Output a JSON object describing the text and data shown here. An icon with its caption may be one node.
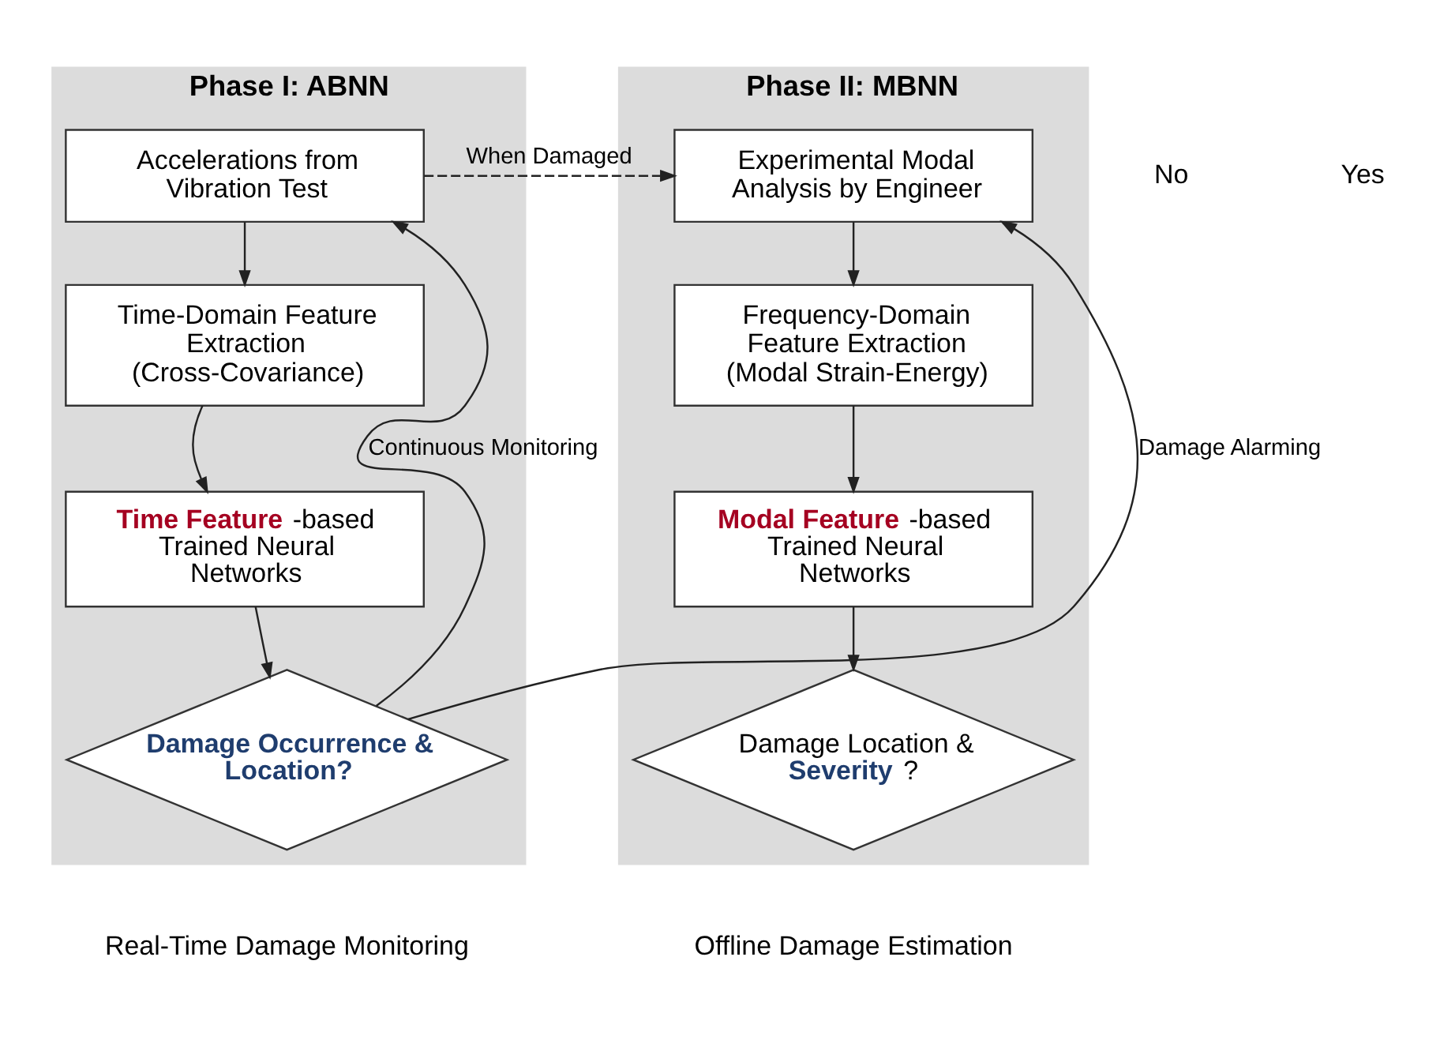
{
  "diagram": {
    "nodes": [
      {
        "text": [
          "Phase I: ABNN"
        ],
        "beside": [
          "Real-Time Damage Monitoring"
        ]
      },
      {
        "text": [
          "Accelerations from Vibration Test"
        ],
        "in": 0
      },
      {
        "text": [
          "Time-Domain Feature Extraction (Cross-Covariance)"
        ],
        "in": 0
      },
      {
        "text": [
          "**Time Feature** -based Trained Neural Networks"
        ],
        "in": 0
      },
      {
        "text": [
          "Damage Occurrence & Location?"
        ],
        "in": 0
      },
      {
        "text": [
          "Phase II: MBNN"
        ],
        "beside": [
          "Offline Damage Estimation"
        ]
      },
      {
        "text": [
          "Experimental Modal Analysis by Engineer"
        ],
        "in": 5
      },
      {
        "text": [
          "Frequency-Domain Feature Extraction (Modal Strain-Energy)"
        ],
        "in": 5
      },
      {
        "text": [
          "**Modal Feature** -based Trained Neural Networks"
        ],
        "in": 5
      },
      {
        "text": [
          "Damage Location & **Severity** ?"
        ],
        "in": 5
      }
    ],
    "edges": [
      {
        "from": 1,
        "to": 2,
        "arrow": "to"
      },
      {
        "from": 2,
        "to": 3,
        "arrow": "to"
      },
      {
        "from": 3,
        "to": 4,
        "arrow": "to"
      },
      {
        "from": 4,
        "to": 1,
        "arrow": "to",
        "label": "Continuous Monitoring"
      },
      {
        "from": 1,
        "to": 6,
        "arrow": "to",
        "label": "When Damaged",
        "style": "dashed"
      },
      {
        "from": 4,
        "to": 6,
        "arrow": "to",
        "label": "Damage Alarming"
      },
      {
        "from": 6,
        "to": 7,
        "arrow": "to"
      },
      {
        "from": 7,
        "to": 8,
        "arrow": "to"
      },
      {
        "from": 8,
        "to": 9,
        "arrow": "to"
      }
    ],
    "labels": [
      "No",
      "Yes"
    ]
  }
}
